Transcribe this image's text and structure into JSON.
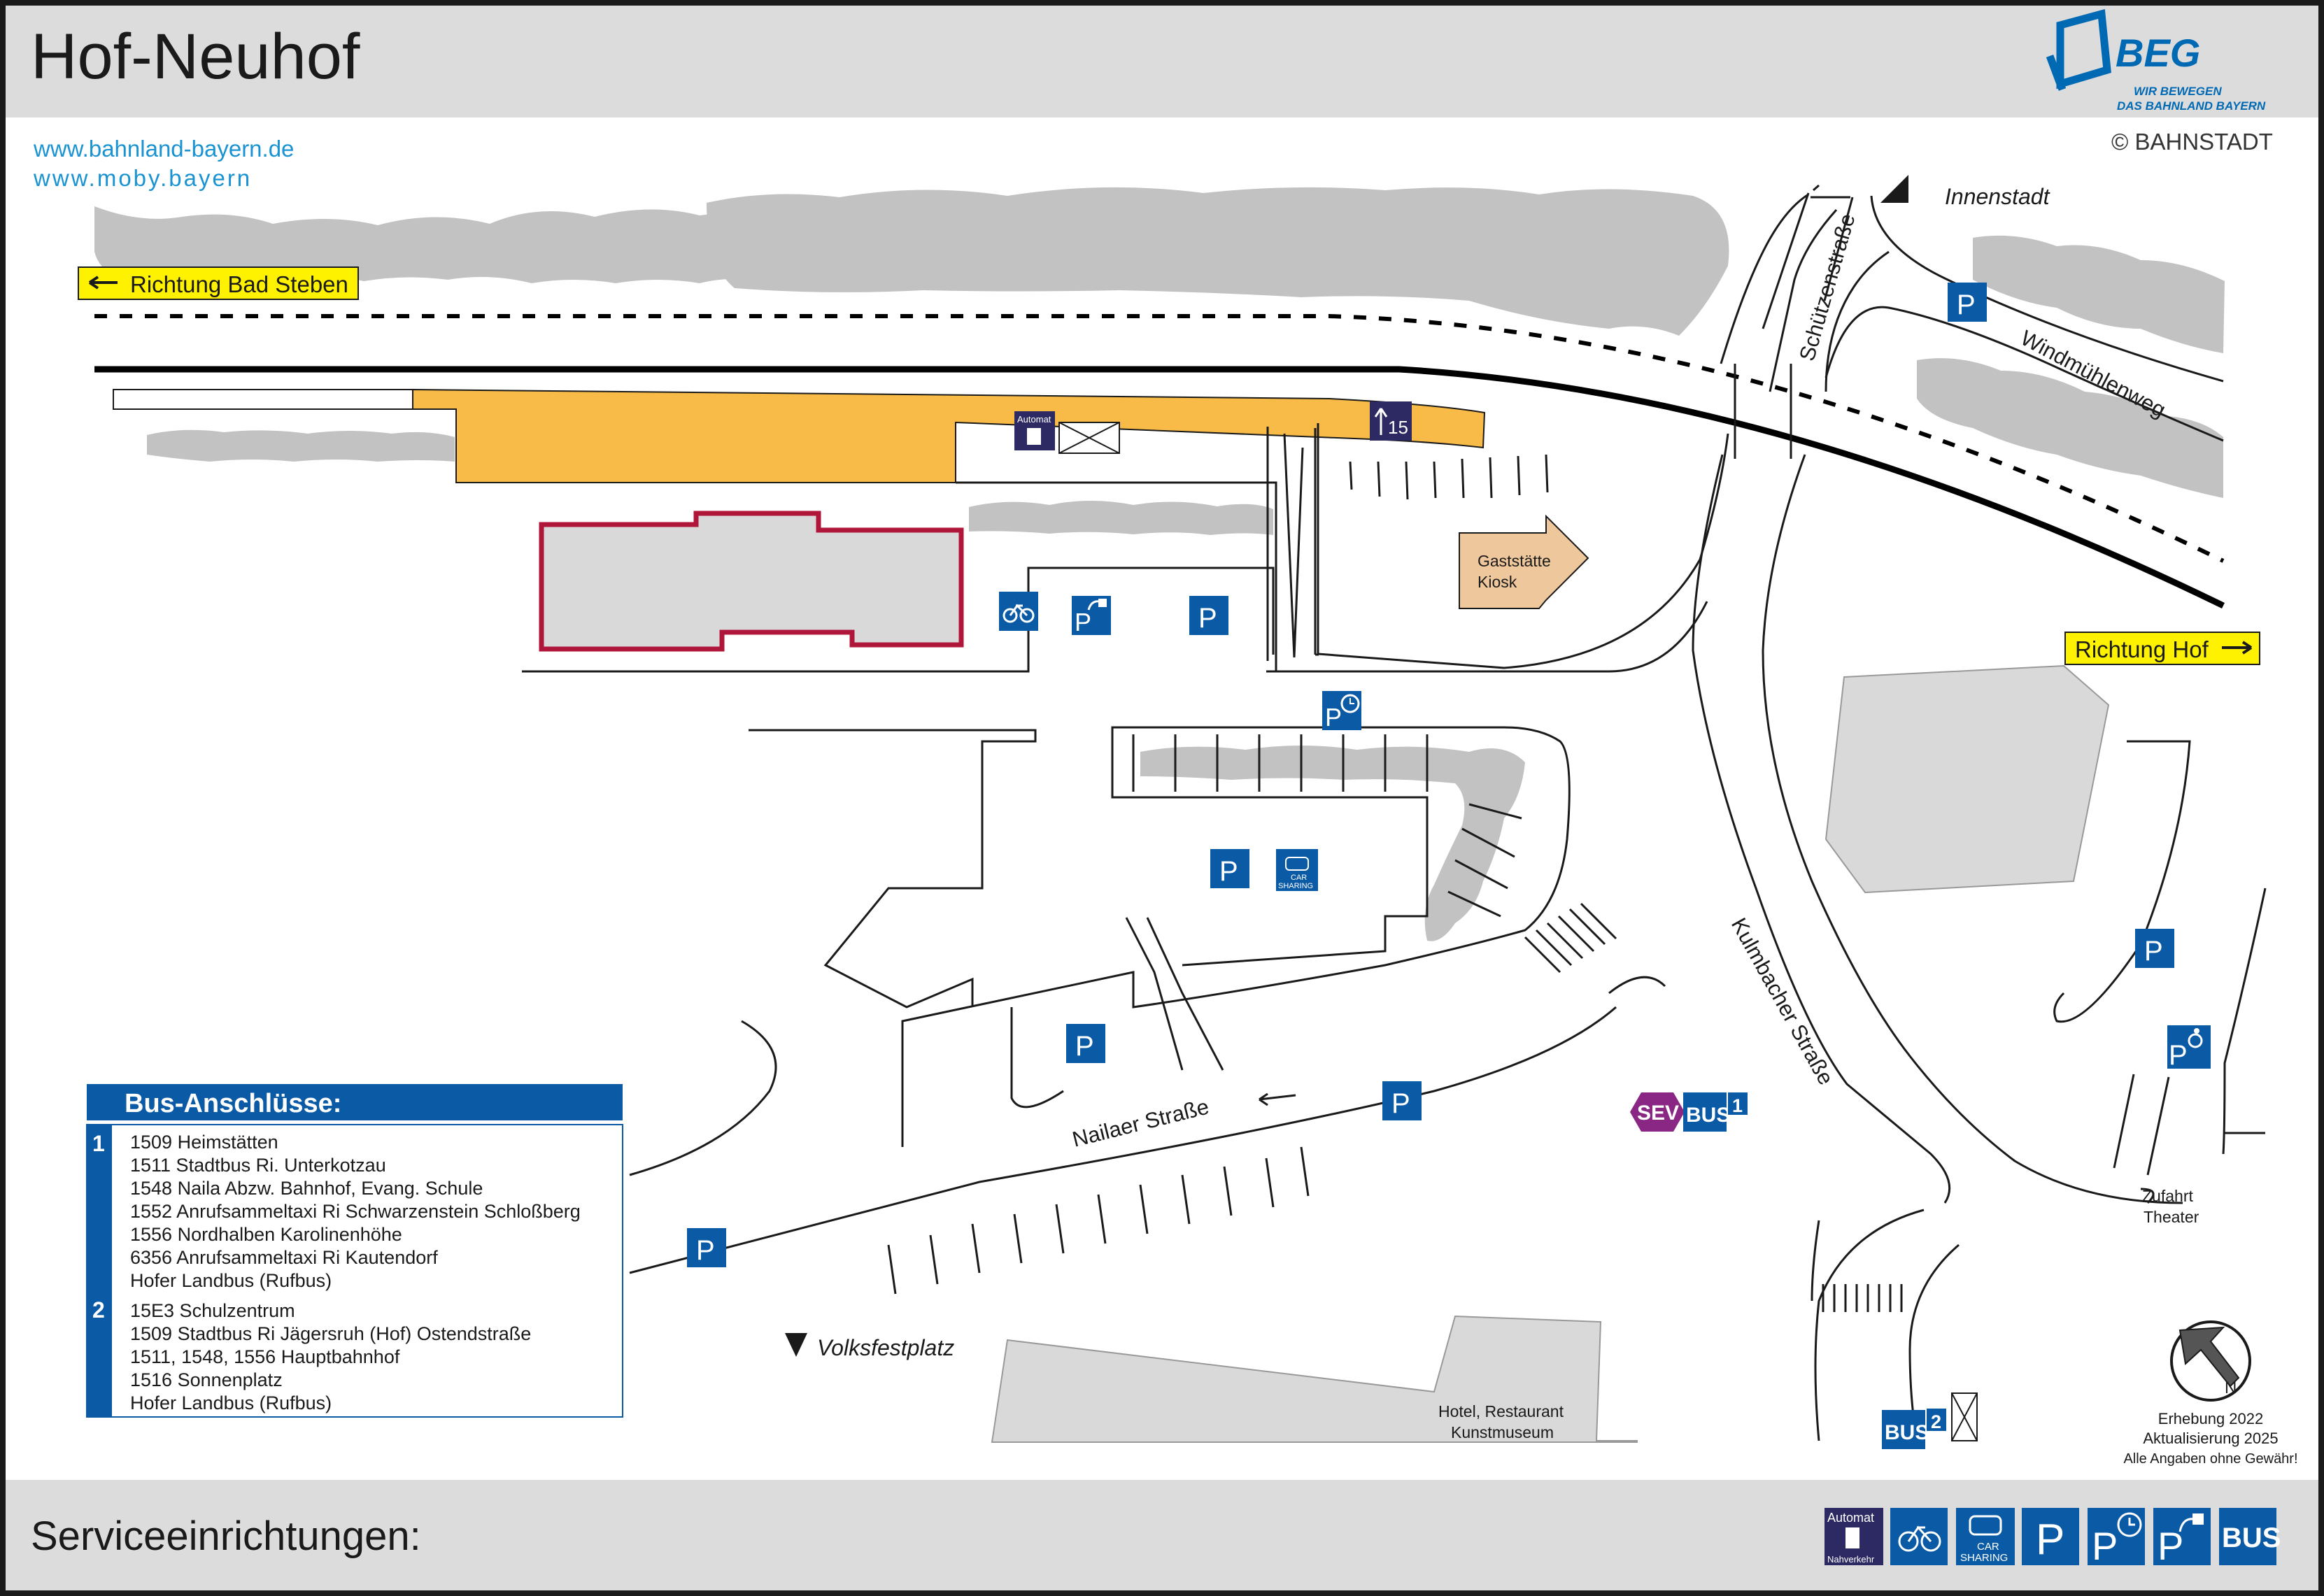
{
  "header": {
    "title": "Hof-Neuhof",
    "links": [
      "www.bahnland-bayern.de",
      "www.moby.bayern"
    ],
    "logo": {
      "brand": "BEG",
      "tagline1": "WIR BEWEGEN",
      "tagline2": "DAS BAHNLAND BAYERN"
    },
    "copyright": "© BAHNSTADT"
  },
  "directions": {
    "bad_steben": "Richtung Bad Steben",
    "hof": "Richtung Hof",
    "innenstadt": "Innenstadt",
    "volksfestplatz": "Volksfestplatz"
  },
  "streets": {
    "schuetzen": "Schützenstraße",
    "windmuehlen": "Windmühlenweg",
    "kulmbacher": "Kulmbacher Straße",
    "nailaer": "Nailaer Straße"
  },
  "places": {
    "gaststaette_1": "Gaststätte",
    "gaststaette_2": "Kiosk",
    "hotel_1": "Hotel, Restaurant",
    "hotel_2": "Kunstmuseum",
    "zufahrt_1": "Zufahrt",
    "zufahrt_2": "Theater"
  },
  "platform": {
    "number": "15",
    "automat_label": "Automat"
  },
  "icons": {
    "p": "P",
    "bus": "BUS",
    "sev": "SEV",
    "car_sharing_1": "CAR",
    "car_sharing_2": "SHARING"
  },
  "bus_stops": {
    "stop1": "1",
    "stop2": "2"
  },
  "bus_connections": {
    "title": "Bus-Anschlüsse:",
    "groups": [
      {
        "stop": "1",
        "lines": [
          "1509 Heimstätten",
          "1511 Stadtbus Ri. Unterkotzau",
          "1548 Naila Abzw. Bahnhof, Evang. Schule",
          "1552 Anrufsammeltaxi Ri Schwarzenstein Schloßberg",
          "1556 Nordhalben Karolinenhöhe",
          "6356 Anrufsammeltaxi Ri Kautendorf",
          "Hofer Landbus (Rufbus)"
        ]
      },
      {
        "stop": "2",
        "lines": [
          "15E3 Schulzentrum",
          "1509 Stadtbus Ri Jägersruh (Hof) Ostendstraße",
          "1511, 1548, 1556 Hauptbahnhof",
          "1516 Sonnenplatz",
          "Hofer Landbus (Rufbus)"
        ]
      }
    ]
  },
  "survey": {
    "line1": "Erhebung 2022",
    "line2": "Aktualisierung 2025",
    "line3": "Alle Angaben ohne Gewähr!"
  },
  "compass": {
    "label": "N"
  },
  "footer": {
    "title": "Serviceeinrichtungen:",
    "services": [
      {
        "icon": "ticket-machine-icon",
        "label1": "Automat",
        "label2": "Nahverkehr"
      },
      {
        "icon": "bicycle-parking-icon"
      },
      {
        "icon": "car-sharing-icon",
        "label1": "CAR",
        "label2": "SHARING"
      },
      {
        "icon": "parking-icon",
        "label1": "P"
      },
      {
        "icon": "short-term-parking-icon",
        "label1": "P"
      },
      {
        "icon": "ev-charging-parking-icon",
        "label1": "P"
      },
      {
        "icon": "bus-stop-icon",
        "label1": "BUS"
      }
    ]
  },
  "colors": {
    "frame": "#1a1a1a",
    "band": "#dcdcdc",
    "platform": "#f9bb47",
    "building_outline": "#b0153a",
    "station_building": "#d9d9d9",
    "gaststaette": "#efc79c",
    "blue": "#0b5aa6",
    "navy": "#2c2963",
    "sev": "#8a2784",
    "yellow": "#fff200",
    "link": "#1a93d2",
    "brand": "#0069b4",
    "trees": "#c2c2c2"
  }
}
